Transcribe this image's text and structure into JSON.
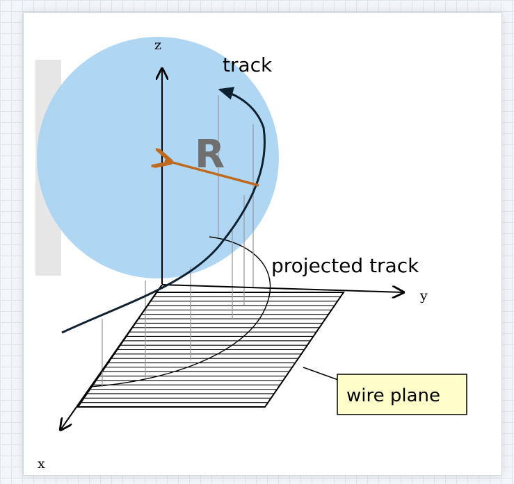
{
  "diagram": {
    "axes": {
      "z": "z",
      "y": "y",
      "x": "x"
    },
    "labels": {
      "track": "track",
      "projected_track": "projected track",
      "radius": "R",
      "wire_plane": "wire plane"
    },
    "colors": {
      "circle_fill": "#a8d4f2",
      "radius_arrow": "#c06a1f",
      "radius_text": "#6f6f6f",
      "callout_fill": "#ffffcc",
      "side_panel": "#e6e6e6"
    }
  }
}
